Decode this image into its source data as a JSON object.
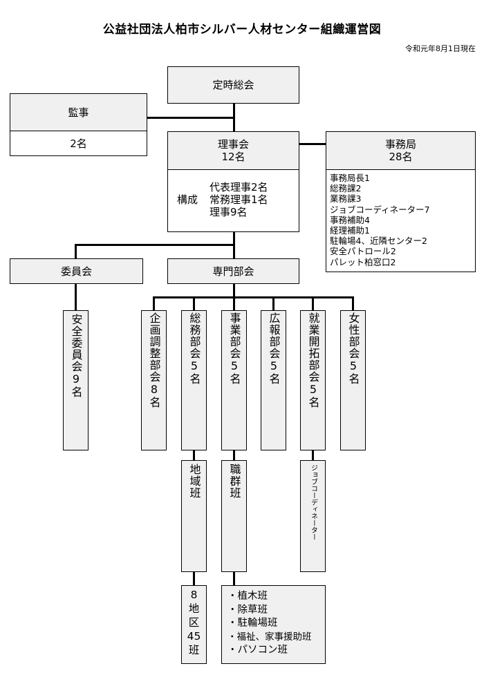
{
  "title": "公益社団法人柏市シルバー人材センター組織運営図",
  "date": "令和元年8月1日現在",
  "general_meeting": "定時総会",
  "auditor": {
    "name": "監事",
    "count": "2名"
  },
  "board": {
    "name": "理事会",
    "count": "12名",
    "composition_label": "構成",
    "composition": [
      "代表理事2名",
      "常務理事1名",
      "理事9名"
    ]
  },
  "secretariat": {
    "name": "事務局",
    "count": "28名",
    "staff": [
      "事務局長1",
      "総務課2",
      "業務課3",
      "ジョブコーディネーター7",
      "事務補助4",
      "経理補助1",
      "駐輪場4、近隣センター2",
      "安全パトロール2",
      "パレット柏窓口2"
    ]
  },
  "committee": {
    "name": "委員会",
    "child": "安全委員会9名"
  },
  "special_committee": {
    "name": "専門部会",
    "sections": [
      "企画調整部会8名",
      "総務部会5名",
      "事業部会5名",
      "広報部会5名",
      "就業開拓部会5名",
      "女性部会5名"
    ]
  },
  "area_group": {
    "name": "地域班",
    "detail_lines": [
      "8",
      "地",
      "区",
      "45",
      "班"
    ]
  },
  "job_group": {
    "name": "職群班",
    "teams": [
      "・植木班",
      "・除草班",
      "・駐輪場班",
      "・福祉、家事援助班",
      "・パソコン班"
    ]
  },
  "job_coordinator": "ジョブコーディネーター"
}
